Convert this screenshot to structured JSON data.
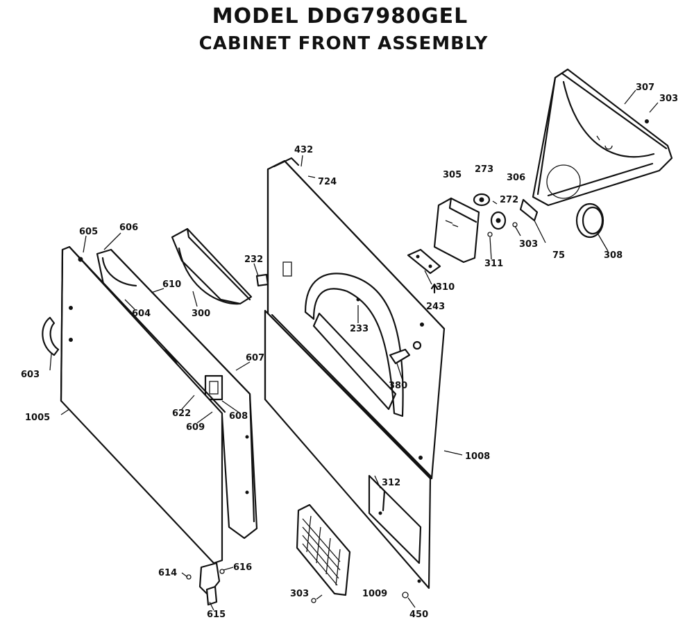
{
  "title": "MODEL DDG7980GEL",
  "subtitle": "CABINET FRONT ASSEMBLY",
  "labels": {
    "p307": "307",
    "p303a": "303",
    "p432": "432",
    "p724": "724",
    "p305": "305",
    "p273": "273",
    "p306": "306",
    "p272": "272",
    "p303b": "303",
    "p311": "311",
    "p75": "75",
    "p308": "308",
    "p310": "310",
    "p243": "243",
    "p605": "605",
    "p606": "606",
    "p232": "232",
    "p300": "300",
    "p610": "610",
    "p604": "604",
    "p233": "233",
    "p603": "603",
    "p607": "607",
    "p380": "380",
    "p622": "622",
    "p608": "608",
    "p609": "609",
    "p1005": "1005",
    "p1008": "1008",
    "p312": "312",
    "p614": "614",
    "p616": "616",
    "p615": "615",
    "p303c": "303",
    "p1009": "1009",
    "p450": "450"
  }
}
